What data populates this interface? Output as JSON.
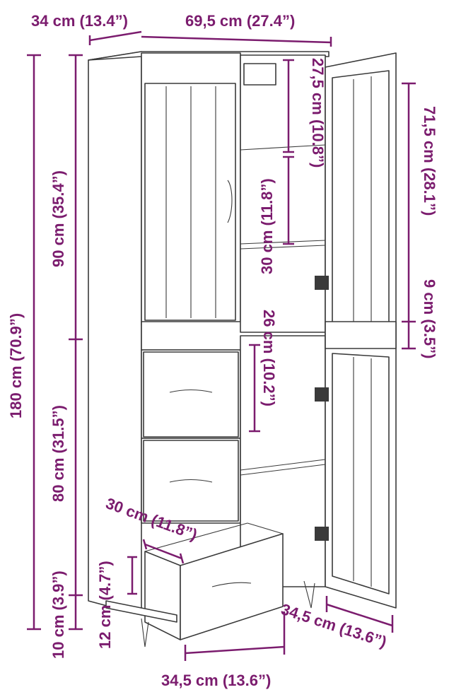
{
  "colors": {
    "dimension": "#7b1c6e",
    "line_art": "#3a3a3a",
    "background": "#ffffff"
  },
  "dimensions": {
    "depth_top": "34 cm (13.4”)",
    "width_top": "69,5 cm (27.4”)",
    "total_height": "180 cm (70.9”)",
    "upper_height": "90 cm (35.4”)",
    "lower_height": "80 cm (31.5”)",
    "leg_height": "10 cm (3.9”)",
    "drawer_height": "12 cm (4.7”)",
    "drawer_depth": "30 cm (11.8”)",
    "drawer_width": "34,5 cm (13.6”)",
    "door_width": "34,5 cm (13.6”)",
    "upper_shelf_gap": "27,5 cm (10.8”)",
    "upper_compartment": "30 cm (11.8”)",
    "lower_compartment": "26 cm (10.2”)",
    "door_glass_height": "71,5 cm (28.1”)",
    "door_rail_height": "9 cm (3.5”)"
  }
}
